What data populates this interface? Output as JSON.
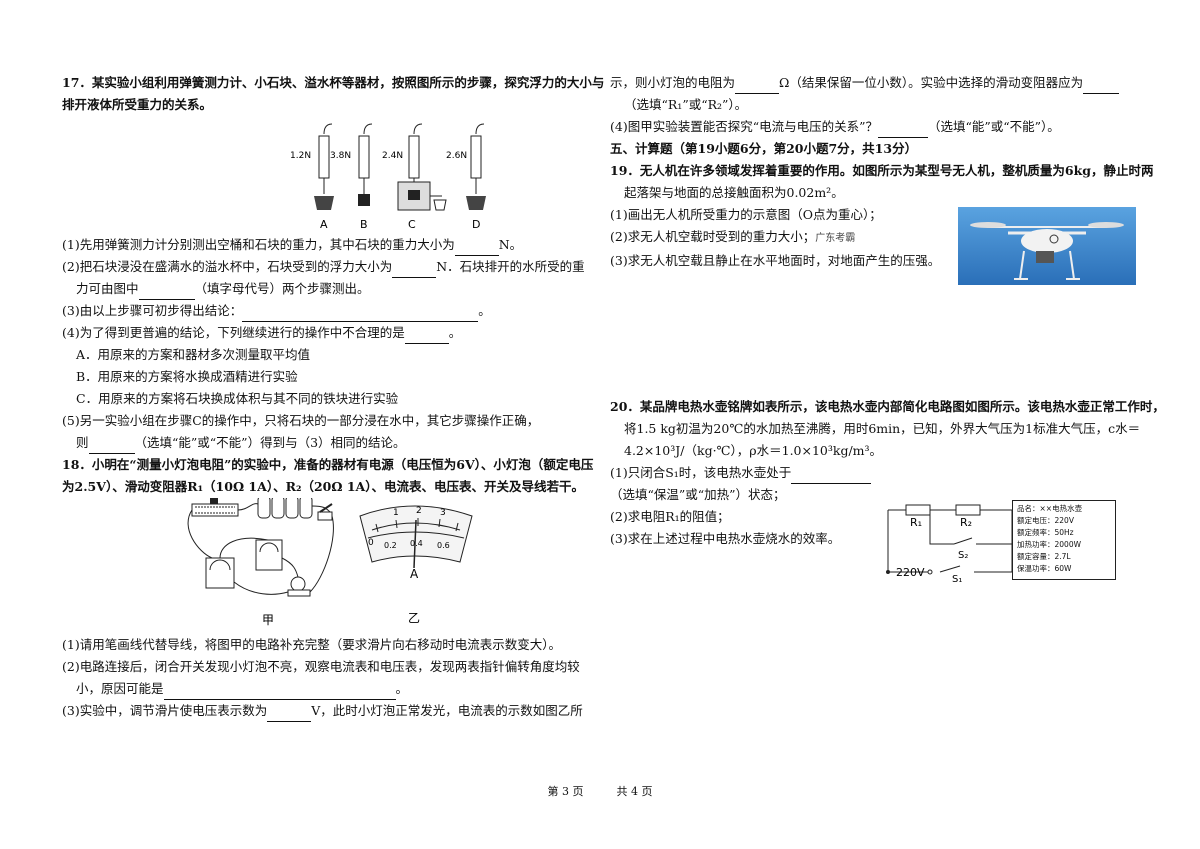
{
  "q17": {
    "stem1": "17．某实验小组利用弹簧测力计、小石块、溢水杯等器材，按照图所示的步骤，探究浮力的大小与",
    "stem2": "排开液体所受重力的关系。",
    "fig": {
      "readings": [
        "1.2N",
        "3.8N",
        "2.4N",
        "2.6N"
      ],
      "labels": [
        "A",
        "B",
        "C",
        "D"
      ]
    },
    "s1a": "(1)先用弹簧测力计分别测出空桶和石块的重力，其中石块的重力大小为",
    "s1b": "N。",
    "s2a": "(2)把石块浸没在盛满水的溢水杯中，石块受到的浮力大小为",
    "s2b": "N．石块排开的水所受的重",
    "s2c": "力可由图中",
    "s2d": "（填字母代号）两个步骤测出。",
    "s3a": "(3)由以上步骤可初步得出结论：",
    "s3b": "。",
    "s4a": "(4)为了得到更普遍的结论，下列继续进行的操作中不合理的是",
    "s4b": "。",
    "optA": "A．用原来的方案和器材多次测量取平均值",
    "optB": "B．用原来的方案将水换成酒精进行实验",
    "optC": "C．用原来的方案将石块换成体积与其不同的铁块进行实验",
    "s5": "(5)另一实验小组在步骤C的操作中，只将石块的一部分浸在水中，其它步骤操作正确，",
    "s5b": "则",
    "s5c": "（选填“能”或“不能”）得到与（3）相同的结论。"
  },
  "q18": {
    "stem1": "18．小明在“测量小灯泡电阻”的实验中，准备的器材有电源（电压恒为6V）、小灯泡（额定电压",
    "stem2": "为2.5V）、滑动变阻器R₁（10Ω  1A）、R₂（20Ω  1A）、电流表、电压表、开关及导线若干。",
    "fig_jia": "甲",
    "fig_yi": "乙",
    "meter": {
      "top": [
        "1",
        "2",
        "3"
      ],
      "bottom": [
        "0.2",
        "0.4",
        "0.6"
      ],
      "zero": "0",
      "unit": "A"
    },
    "s1": "(1)请用笔画线代替导线，将图甲的电路补充完整（要求滑片向右移动时电流表示数变大）。",
    "s2a": "(2)电路连接后，闭合开关发现小灯泡不亮，观察电流表和电压表，发现两表指针偏转角度均较",
    "s2b": "小，原因可能是",
    "s2c": "。",
    "s3a": "(3)实验中，调节滑片使电压表示数为",
    "s3b": "V，此时小灯泡正常发光，电流表的示数如图乙所"
  },
  "right": {
    "c1a": "示，则小灯泡的电阻为",
    "c1b": "Ω（结果保留一位小数）。实验中选择的滑动变阻器应为",
    "c2": "（选填“R₁”或“R₂”）。",
    "c3a": "(4)图甲实验装置能否探究“电流与电压的关系”？",
    "c3b": "（选填“能”或“不能”）。",
    "section": "五、计算题（第19小题6分，第20小题7分，共13分）",
    "q19_1": "19．无人机在许多领域发挥着重要的作用。如图所示为某型号无人机，整机质量为6kg，静止时两",
    "q19_2": "起落架与地面的总接触面积为0.02m²。",
    "q19_s1": "(1)画出无人机所受重力的示意图（O点为重心）；",
    "q19_s2a": "(2)求无人机空载时受到的重力大小；",
    "q19_s2b": "广东考霸",
    "q19_s3": "(3)求无人机空载且静止在水平地面时，对地面产生的压强。",
    "q20_1": "20．某品牌电热水壶铭牌如表所示，该电热水壶内部简化电路图如图所示。该电热水壶正常工作时，",
    "q20_2": "将1.5 kg初温为20℃的水加热至沸腾，用时6min，已知，外界大气压为1标准大气压，c水＝",
    "q20_3": "4.2×10³J/（kg·℃），ρ水＝1.0×10³kg/m³。",
    "q20_s1a": "(1)只闭合S₁时，该电热水壶处于",
    "q20_s1b": "（选填“保温”或“加热”）状态；",
    "q20_s2": "(2)求电阻R₁的阻值；",
    "q20_s3": "(3)求在上述过程中电热水壶烧水的效率。",
    "circuit": {
      "r1": "R₁",
      "r2": "R₂",
      "s1": "S₁",
      "s2": "S₂",
      "v": "220V"
    },
    "plate": [
      "品名：××电热水壶",
      "额定电压：220V",
      "额定频率：50Hz",
      "加热功率：2000W",
      "额定容量：2.7L",
      "保温功率：60W"
    ]
  },
  "footer": {
    "page": "第 3 页",
    "total": "共 4 页"
  }
}
